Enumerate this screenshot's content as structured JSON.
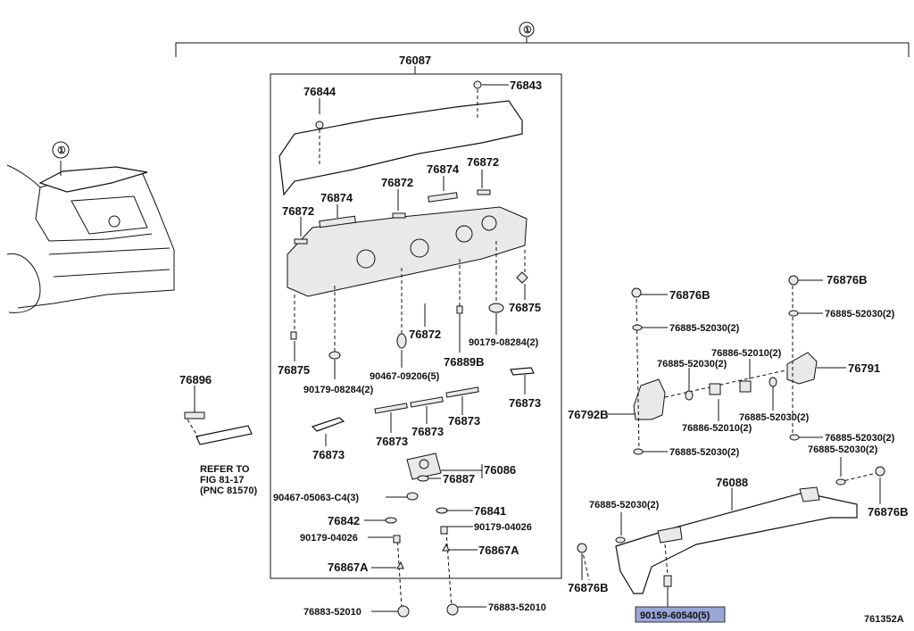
{
  "assembly": {
    "marker": "①",
    "frame_label": "76087"
  },
  "parts": {
    "p76844": "76844",
    "p76843": "76843",
    "p76872_a": "76872",
    "p76872_b": "76872",
    "p76872_c": "76872",
    "p76872_d": "76872",
    "p76874_a": "76874",
    "p76874_b": "76874",
    "p76875_a": "76875",
    "p76875_b": "76875",
    "p90179_08284_a": "90179-08284(2)",
    "p90179_08284_b": "90179-08284(2)",
    "p90467_09206": "90467-09206(5)",
    "p76889B": "76889B",
    "p76873_a": "76873",
    "p76873_b": "76873",
    "p76873_c": "76873",
    "p76873_d": "76873",
    "p76873_e": "76873",
    "p76086": "76086",
    "p76887": "76887",
    "p90467_05063": "90467-05063-C4(3)",
    "p76841": "76841",
    "p76842": "76842",
    "p90179_04026_a": "90179-04026",
    "p90179_04026_b": "90179-04026",
    "p76867A_a": "76867A",
    "p76867A_b": "76867A",
    "p76883_a": "76883-52010",
    "p76883_b": "76883-52010",
    "p76896": "76896",
    "refer_line1": "REFER TO",
    "refer_line2": "FIG 81-17",
    "refer_line3": "(PNC 81570)",
    "p76876B_a": "76876B",
    "p76876B_b": "76876B",
    "p76876B_c": "76876B",
    "p76876B_d": "76876B",
    "p76885_a": "76885-52030(2)",
    "p76885_b": "76885-52030(2)",
    "p76885_c": "76885-52030(2)",
    "p76885_d": "76885-52030(2)",
    "p76885_e": "76885-52030(2)",
    "p76885_f": "76885-52030(2)",
    "p76885_g": "76885-52030(2)",
    "p76885_h": "76885-52030(2)",
    "p76886_a": "76886-52010(2)",
    "p76886_b": "76886-52010(2)",
    "p76791": "76791",
    "p76792B": "76792B",
    "p76088": "76088",
    "p90159_60540": "90159-60540(5)"
  },
  "figure_id": "761352A",
  "colors": {
    "highlight": "#9aa6d6",
    "line": "#111111"
  }
}
